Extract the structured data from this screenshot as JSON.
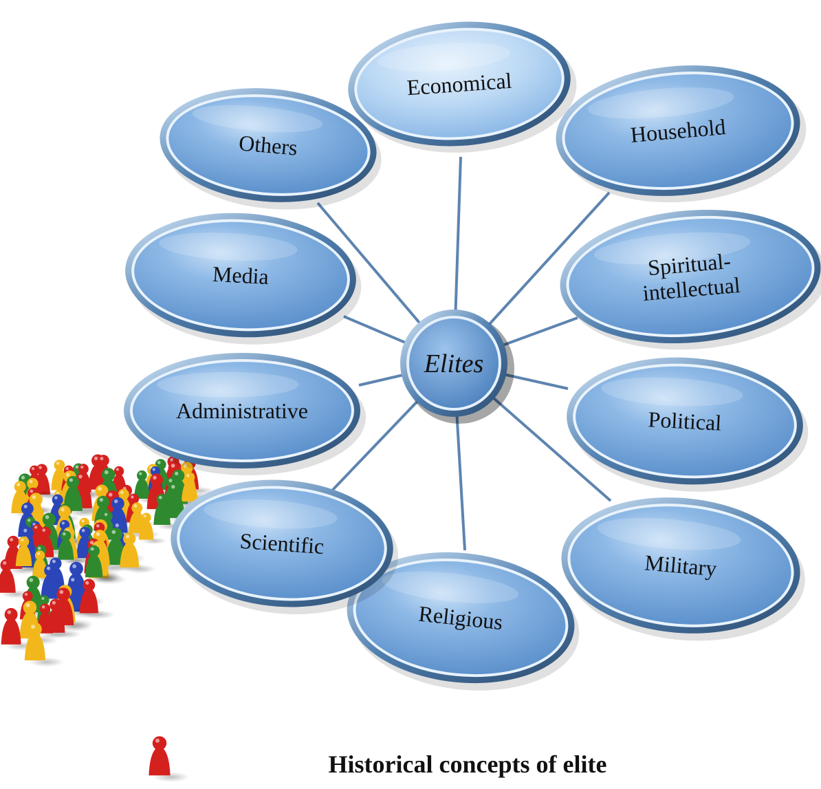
{
  "center": {
    "label": "Elites"
  },
  "nodes": [
    {
      "id": "economical",
      "lines": [
        "Economical"
      ]
    },
    {
      "id": "household",
      "lines": [
        "Household"
      ]
    },
    {
      "id": "spiritual-intellectual",
      "lines": [
        "Spiritual-",
        "intellectual"
      ]
    },
    {
      "id": "political",
      "lines": [
        "Political"
      ]
    },
    {
      "id": "military",
      "lines": [
        "Military"
      ]
    },
    {
      "id": "religious",
      "lines": [
        "Religious"
      ]
    },
    {
      "id": "scientific",
      "lines": [
        "Scientific"
      ]
    },
    {
      "id": "administrative",
      "lines": [
        "Administrative"
      ]
    },
    {
      "id": "media",
      "lines": [
        "Media"
      ]
    },
    {
      "id": "others",
      "lines": [
        "Others"
      ]
    }
  ],
  "caption": "Historical concepts of elite",
  "colors": {
    "ellipse_fill": "#6f9fd6",
    "ellipse_light": "#bcd8f5",
    "ring": "#3d6690",
    "connector": "#5d84b0",
    "figure_red": "#d4211e",
    "figure_yellow": "#f2b81b",
    "figure_green": "#2f8a2f",
    "figure_blue": "#2a46b8"
  }
}
